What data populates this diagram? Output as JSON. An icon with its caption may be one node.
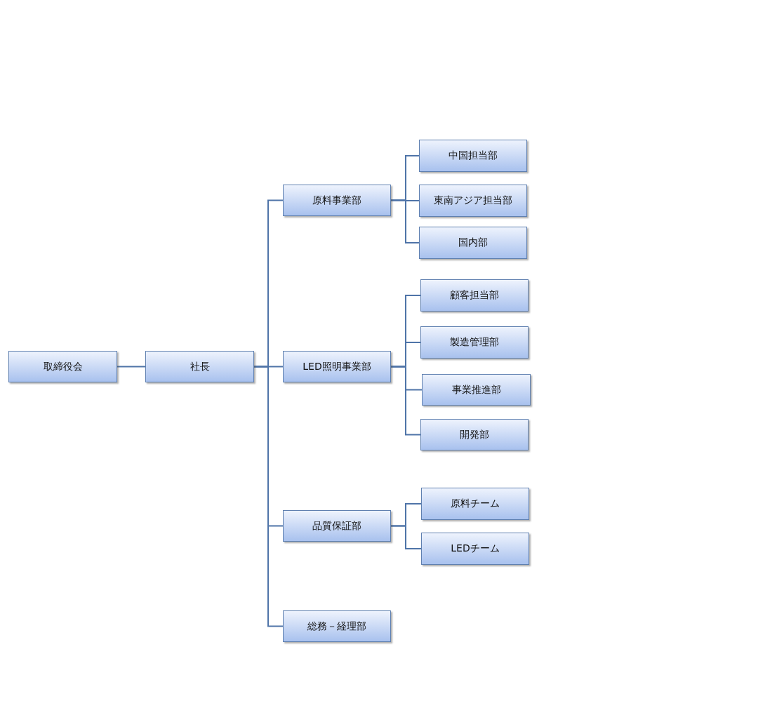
{
  "diagram": {
    "nodes": [
      {
        "text": [
          "取締役会"
        ]
      },
      {
        "text": [
          "社長"
        ]
      },
      {
        "text": [
          "原料事業部"
        ]
      },
      {
        "text": [
          "LED照明事業部"
        ]
      },
      {
        "text": [
          "品質保証部"
        ]
      },
      {
        "text": [
          "総務－経理部"
        ]
      },
      {
        "text": [
          "中国担当部"
        ]
      },
      {
        "text": [
          "東南アジア担当部"
        ]
      },
      {
        "text": [
          "国内部"
        ]
      },
      {
        "text": [
          "顧客担当部"
        ]
      },
      {
        "text": [
          "製造管理部"
        ]
      },
      {
        "text": [
          "事業推進部"
        ]
      },
      {
        "text": [
          "開発部"
        ]
      },
      {
        "text": [
          "原料チーム"
        ]
      },
      {
        "text": [
          "LEDチーム"
        ]
      }
    ],
    "edges": [
      {
        "from": 0,
        "to": 1,
        "arrow": "none"
      },
      {
        "from": 1,
        "to": 2,
        "arrow": "none"
      },
      {
        "from": 1,
        "to": 3,
        "arrow": "none"
      },
      {
        "from": 1,
        "to": 4,
        "arrow": "none"
      },
      {
        "from": 1,
        "to": 5,
        "arrow": "none"
      },
      {
        "from": 2,
        "to": 6,
        "arrow": "none"
      },
      {
        "from": 2,
        "to": 7,
        "arrow": "none"
      },
      {
        "from": 2,
        "to": 8,
        "arrow": "none"
      },
      {
        "from": 3,
        "to": 9,
        "arrow": "none"
      },
      {
        "from": 3,
        "to": 10,
        "arrow": "none"
      },
      {
        "from": 3,
        "to": 11,
        "arrow": "none"
      },
      {
        "from": 3,
        "to": 12,
        "arrow": "none"
      },
      {
        "from": 4,
        "to": 13,
        "arrow": "none"
      },
      {
        "from": 4,
        "to": 14,
        "arrow": "none"
      }
    ]
  }
}
